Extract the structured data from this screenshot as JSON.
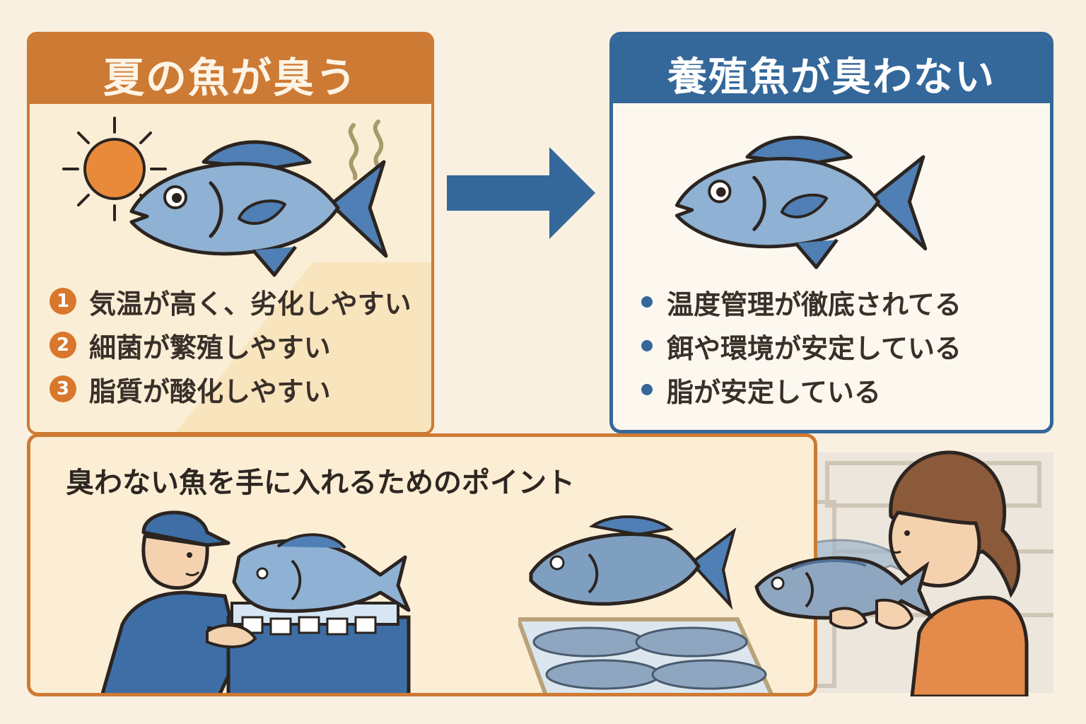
{
  "left_panel": {
    "title": "夏の魚が臭う",
    "reasons": [
      {
        "number": "1",
        "text": "気温が高く、劣化しやすい"
      },
      {
        "number": "2",
        "text": "細菌が繁殖しやすい"
      },
      {
        "number": "3",
        "text": "脂質が酸化しやすい"
      }
    ]
  },
  "right_panel": {
    "title": "養殖魚が臭わない",
    "points": [
      {
        "text": "温度管理が徹底されてる"
      },
      {
        "text": "餌や環境が安定している"
      },
      {
        "text": "脂が安定している"
      }
    ]
  },
  "bottom_panel": {
    "title": "臭わない魚を手に入れるためのポイント"
  },
  "colors": {
    "orange_accent": "#cd7a34",
    "blue_accent": "#34679a",
    "background": "#faf0e1",
    "fish_body": "#7fa5c8"
  },
  "icons": [
    "sun-icon",
    "smell-steam-icon",
    "arrow-right-icon",
    "fish-icon",
    "cooler-box-icon",
    "person-icon"
  ]
}
